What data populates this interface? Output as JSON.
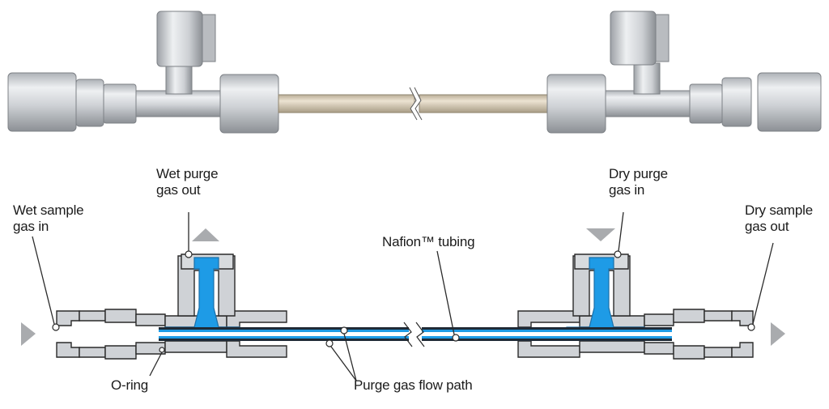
{
  "labels": {
    "wet_purge_gas_out": [
      "Wet purge",
      "gas out"
    ],
    "dry_purge_gas_in": [
      "Dry purge",
      "gas in"
    ],
    "wet_sample_gas_in": [
      "Wet sample",
      "gas in"
    ],
    "dry_sample_gas_out": [
      "Dry sample",
      "gas out"
    ],
    "nafion_tubing": "Nafion™ tubing",
    "o_ring": "O-ring",
    "purge_gas_flow_path": "Purge gas flow path"
  },
  "colors": {
    "fitting_body": "#c9ccd0",
    "fitting_highlight": "#eceef0",
    "fitting_shadow": "#8d9196",
    "tube_tan": "#cfc3ab",
    "purge_blue": "#1e9be6",
    "tube_dark": "#1f2a36",
    "arrow_gray": "#a9abae",
    "outline": "#2a2a2a"
  }
}
